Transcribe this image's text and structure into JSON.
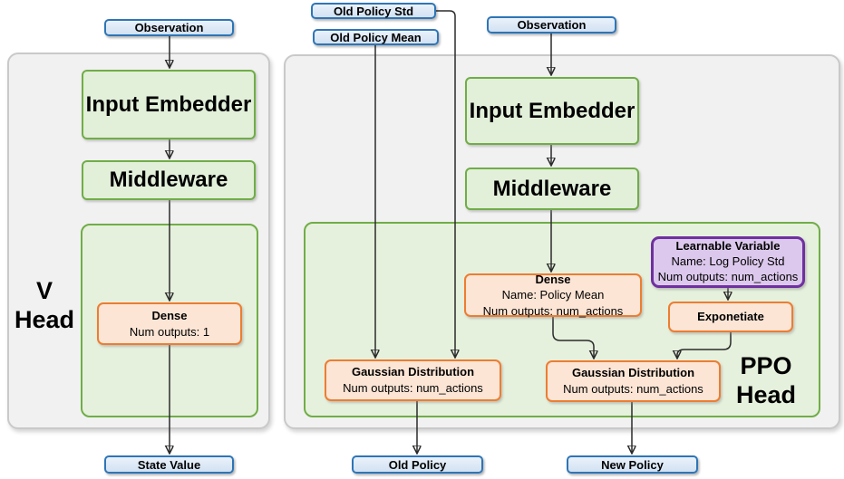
{
  "colors": {
    "io_fill": "#d9e6f5",
    "io_border": "#2e75b6",
    "module_fill": "#e2efd9",
    "module_border": "#70ad47",
    "op_fill": "#fce5d5",
    "op_border": "#ed7d31",
    "variable_fill": "#dcc8ec",
    "variable_border": "#7030a0",
    "panel_fill": "#f1f1f1",
    "edge_stroke": "#2b2b2b"
  },
  "v_network": {
    "head_label": {
      "line1": "V",
      "line2": "Head"
    },
    "observation": "Observation",
    "input_embedder": "Input Embedder",
    "middleware": "Middleware",
    "dense": {
      "title": "Dense",
      "num_outputs": "Num outputs: 1"
    },
    "output": "State Value"
  },
  "ppo_network": {
    "head_label": {
      "line1": "PPO",
      "line2": "Head"
    },
    "old_policy_std": "Old Policy Std",
    "old_policy_mean": "Old Policy Mean",
    "observation": "Observation",
    "input_embedder": "Input Embedder",
    "middleware": "Middleware",
    "dense": {
      "title": "Dense",
      "name": "Name: Policy Mean",
      "num_outputs": "Num outputs: num_actions"
    },
    "learnable_variable": {
      "title": "Learnable Variable",
      "name": "Name: Log Policy Std",
      "num_outputs": "Num outputs: num_actions"
    },
    "exponetiate": "Exponetiate",
    "gaussian_old": {
      "title": "Gaussian Distribution",
      "num_outputs": "Num outputs: num_actions"
    },
    "gaussian_new": {
      "title": "Gaussian Distribution",
      "num_outputs": "Num outputs: num_actions"
    },
    "old_policy": "Old Policy",
    "new_policy": "New Policy"
  }
}
